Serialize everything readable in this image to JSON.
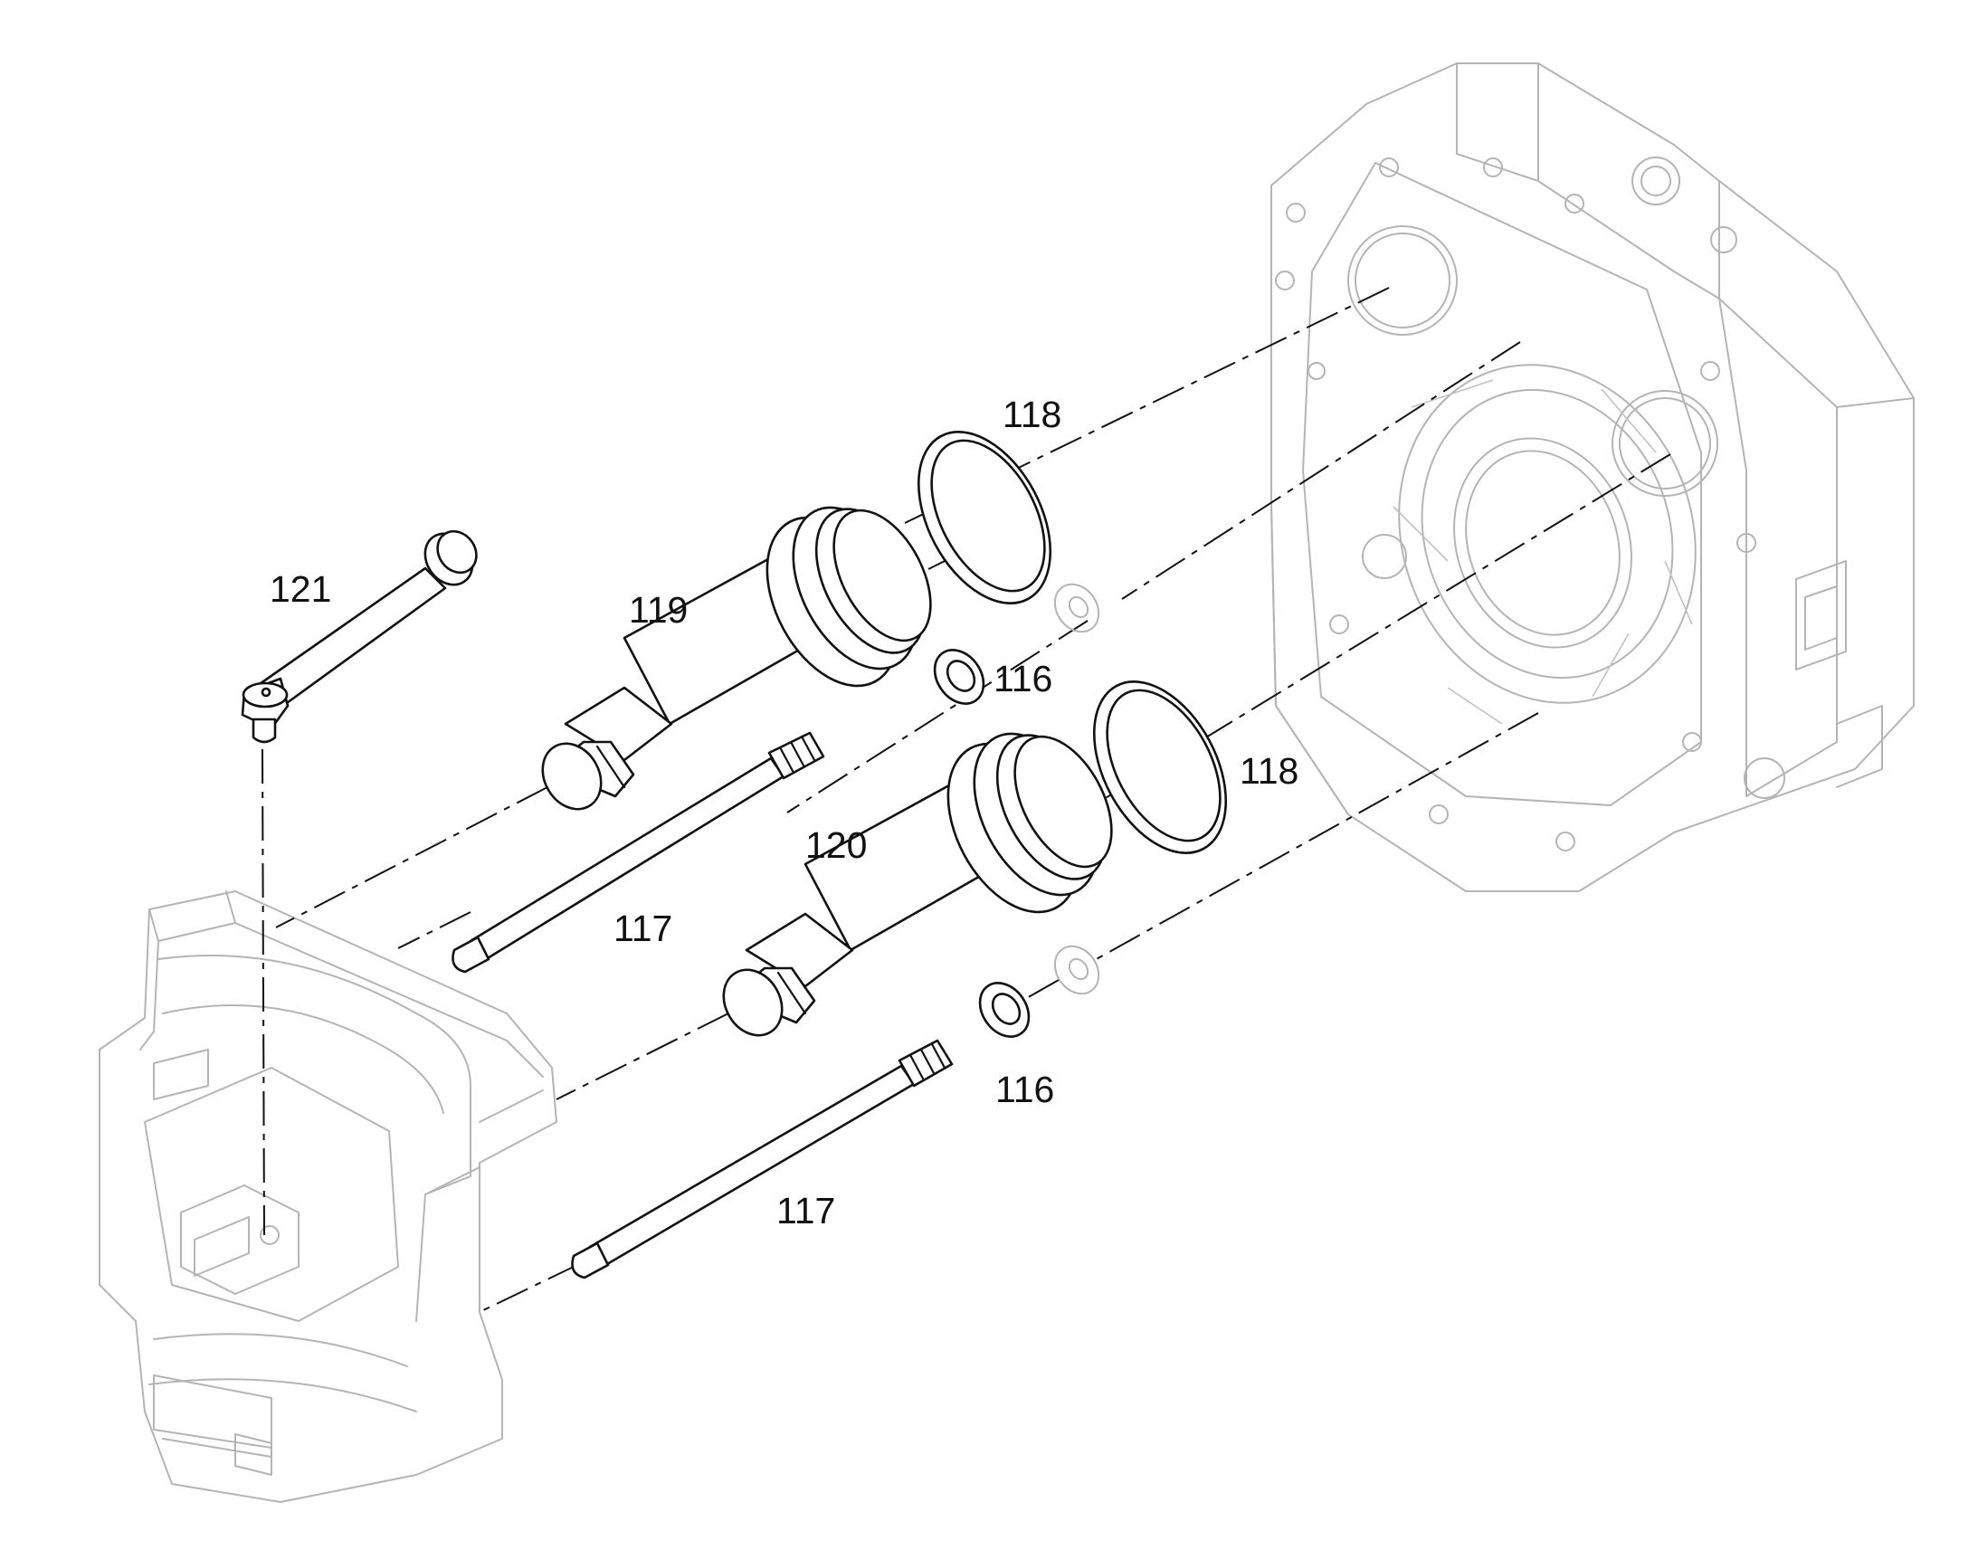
{
  "diagram": {
    "colors": {
      "line": "#111111",
      "ghost": "#b4b4b4",
      "background": "#ffffff"
    },
    "callouts": [
      {
        "id": "121",
        "label": "121"
      },
      {
        "id": "119",
        "label": "119"
      },
      {
        "id": "118a",
        "label": "118"
      },
      {
        "id": "116a",
        "label": "116"
      },
      {
        "id": "118b",
        "label": "118"
      },
      {
        "id": "120",
        "label": "120"
      },
      {
        "id": "117a",
        "label": "117"
      },
      {
        "id": "116b",
        "label": "116"
      },
      {
        "id": "117b",
        "label": "117"
      }
    ]
  }
}
